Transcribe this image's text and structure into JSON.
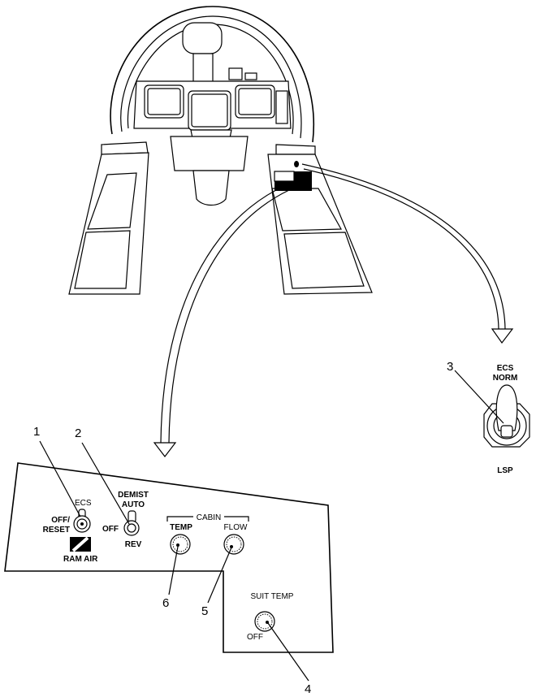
{
  "callouts": {
    "c1": "1",
    "c2": "2",
    "c3": "3",
    "c4": "4",
    "c5": "5",
    "c6": "6"
  },
  "ecs_switch": {
    "top": "ECS",
    "off_reset_line1": "OFF/",
    "off_reset_line2": "RESET",
    "ram_air": "RAM AIR"
  },
  "demist_switch": {
    "top_line1": "DEMIST",
    "top_line2": "AUTO",
    "off": "OFF",
    "rev": "REV"
  },
  "cabin_group": {
    "header": "CABIN",
    "temp": "TEMP",
    "flow": "FLOW"
  },
  "suit_temp": {
    "label": "SUIT TEMP",
    "off": "OFF"
  },
  "lsp_switch": {
    "top_line1": "ECS",
    "top_line2": "NORM",
    "bottom": "LSP"
  }
}
